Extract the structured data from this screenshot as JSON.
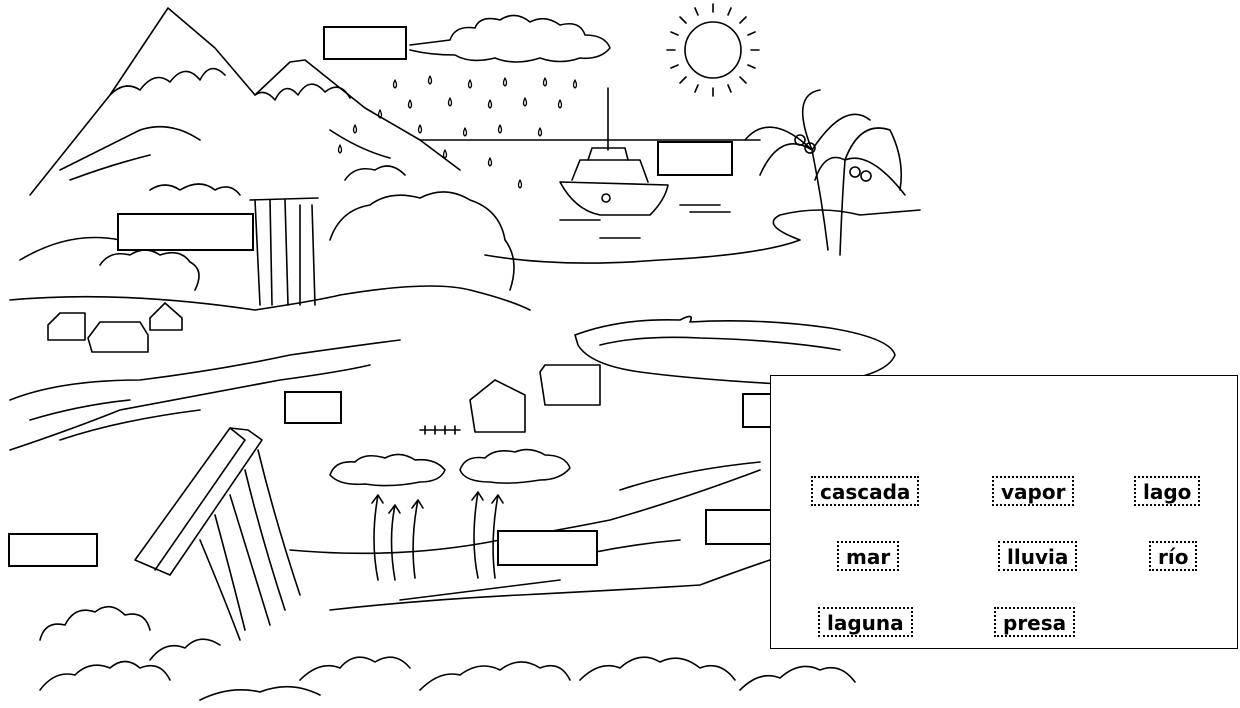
{
  "word_bank": {
    "words": [
      "cascada",
      "vapor",
      "lago",
      "mar",
      "lluvia",
      "río",
      "laguna",
      "presa"
    ]
  },
  "answer_boxes": [
    {
      "id": "box-cloud-top",
      "value": ""
    },
    {
      "id": "box-sea",
      "value": ""
    },
    {
      "id": "box-waterfall",
      "value": ""
    },
    {
      "id": "box-river",
      "value": ""
    },
    {
      "id": "box-lake",
      "value": ""
    },
    {
      "id": "box-dam",
      "value": ""
    },
    {
      "id": "box-evaporation",
      "value": ""
    },
    {
      "id": "box-lagoon",
      "value": ""
    }
  ],
  "colors": {
    "ink": "#000000",
    "paper": "#ffffff"
  }
}
